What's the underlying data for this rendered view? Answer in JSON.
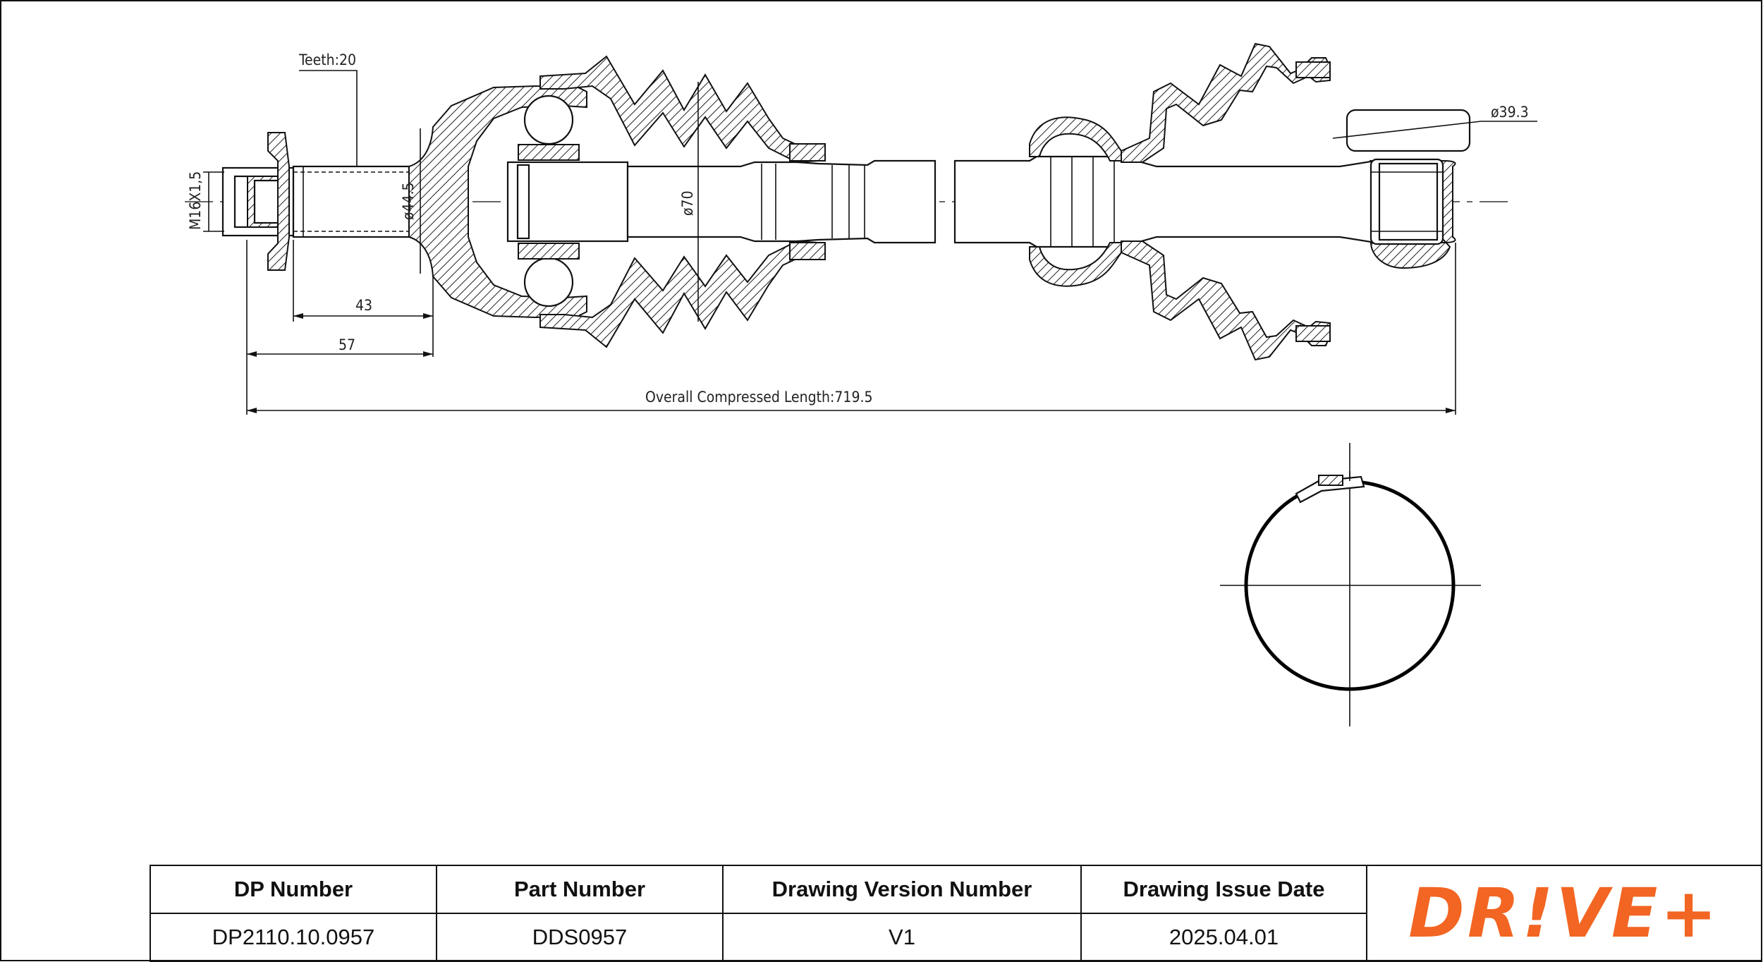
{
  "dimensions": {
    "teeth": "Teeth:20",
    "thread": "M16X1,5",
    "spline_diameter": "ø44.5",
    "cv_diameter": "ø70",
    "outer_diameter": "ø39.3",
    "length_43": "43",
    "length_57": "57",
    "overall_label": "Overall  Compressed  Length:",
    "overall_value": "719.5"
  },
  "title_block": {
    "headers": {
      "dp_number": "DP Number",
      "part_number": "Part Number",
      "version": "Drawing Version Number",
      "issue_date": "Drawing Issue Date"
    },
    "values": {
      "dp_number": "DP2110.10.0957",
      "part_number": "DDS0957",
      "version": "V1",
      "issue_date": "2025.04.01"
    },
    "logo_text": "DR!VE+"
  },
  "colors": {
    "logo": "#f26522",
    "line": "#111111"
  }
}
